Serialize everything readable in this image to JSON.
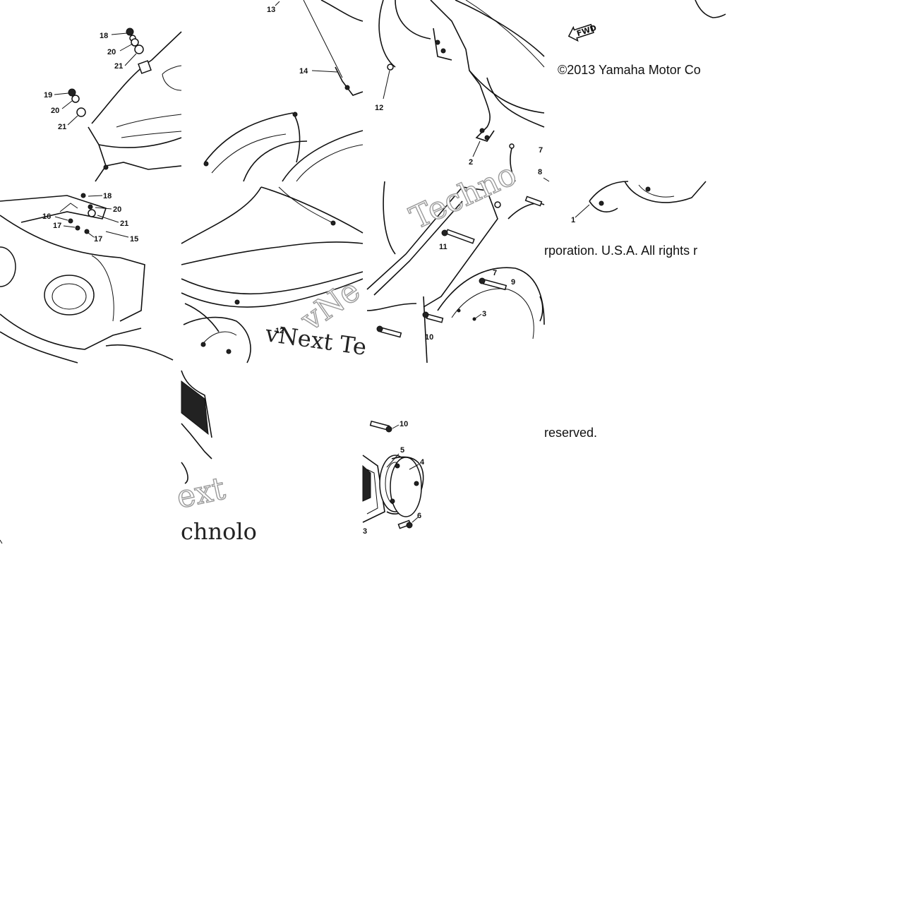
{
  "copyright": {
    "line1": "©2013 Yamaha Motor Co",
    "line2": "rporation. U.S.A. All rights r",
    "line3": "reserved."
  },
  "watermark": {
    "text1": "Techno",
    "text2": "vNext Te",
    "text3": "ext",
    "text4": "chnolo",
    "text5": "vNe"
  },
  "direction_label": "FWD",
  "part_numbers": {
    "p1": "1",
    "p2": "2",
    "p3": "3",
    "p3b": "3",
    "p4": "4",
    "p5": "5",
    "p6": "6",
    "p7": "7",
    "p7b": "7",
    "p8": "8",
    "p9": "9",
    "p10a": "10",
    "p10b": "10",
    "p11": "11",
    "p12": "12",
    "p12b": "12",
    "p13": "13",
    "p14": "14",
    "p15": "15",
    "p16": "16",
    "p17a": "17",
    "p17b": "17",
    "p18a": "18",
    "p18b": "18",
    "p19": "19",
    "p20a": "20",
    "p20b": "20",
    "p20c": "20",
    "p21a": "21",
    "p21b": "21",
    "p21c": "21"
  }
}
